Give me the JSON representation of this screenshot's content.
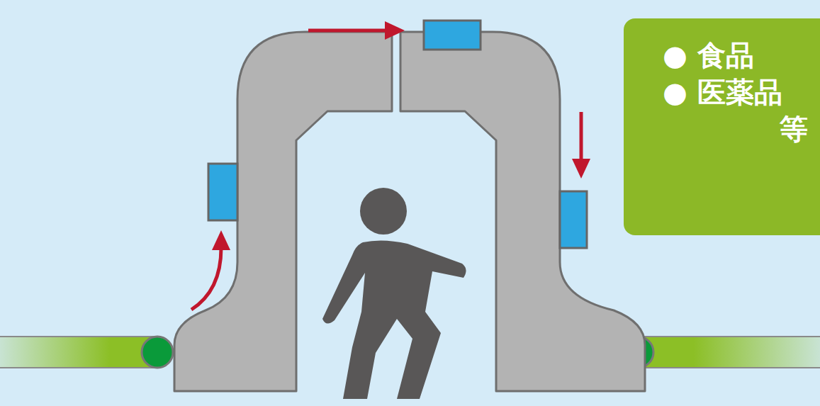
{
  "diagram": {
    "nodes": [
      {
        "text": [
          "● 食品",
          "● 医薬品",
          "等"
        ]
      }
    ]
  }
}
